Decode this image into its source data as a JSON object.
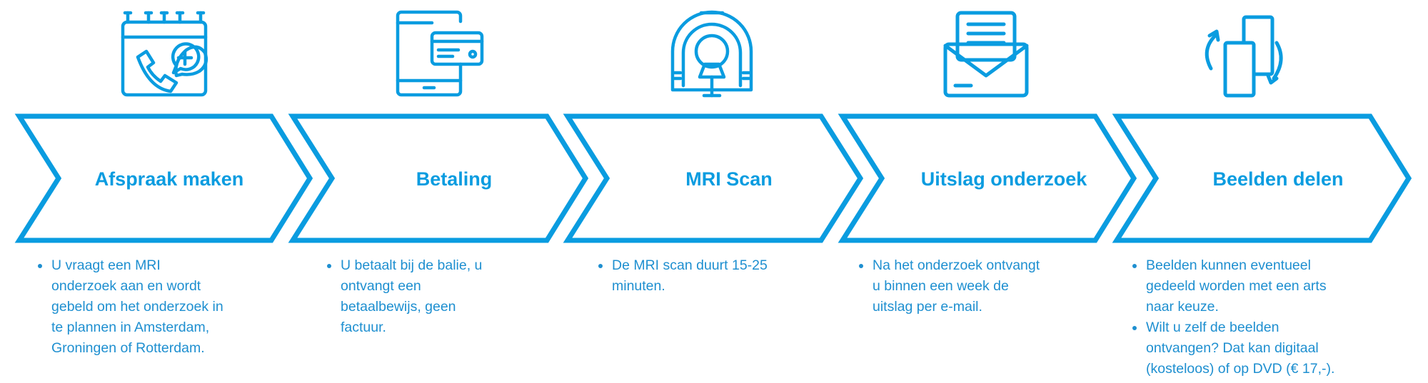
{
  "colors": {
    "accent": "#0a9ce0",
    "text": "#1e8fd0"
  },
  "steps": [
    {
      "icon": "calendar-phone-icon",
      "label": "Afspraak maken",
      "bullets": [
        [
          "U vraagt een MRI",
          "onderzoek aan en wordt",
          "gebeld om het onderzoek in",
          "te plannen in Amsterdam,",
          "Groningen of Rotterdam."
        ]
      ]
    },
    {
      "icon": "tablet-card-icon",
      "label": "Betaling",
      "bullets": [
        [
          "U betaalt bij de balie, u",
          "ontvangt een",
          "betaalbewijs, geen",
          "factuur."
        ]
      ]
    },
    {
      "icon": "mri-scanner-icon",
      "label": "MRI Scan",
      "bullets": [
        [
          "De MRI scan duurt 15-25",
          "minuten."
        ]
      ]
    },
    {
      "icon": "envelope-letter-icon",
      "label": "Uitslag onderzoek",
      "bullets": [
        [
          "Na het onderzoek ontvangt",
          "u binnen een week de",
          "uitslag per e-mail."
        ]
      ]
    },
    {
      "icon": "share-documents-icon",
      "label": "Beelden delen",
      "bullets": [
        [
          "Beelden kunnen eventueel",
          "gedeeld worden met een arts",
          "naar keuze."
        ],
        [
          "Wilt u zelf de beelden",
          "ontvangen? Dat kan digitaal",
          "(kosteloos) of op DVD (€ 17,-)."
        ]
      ]
    }
  ]
}
